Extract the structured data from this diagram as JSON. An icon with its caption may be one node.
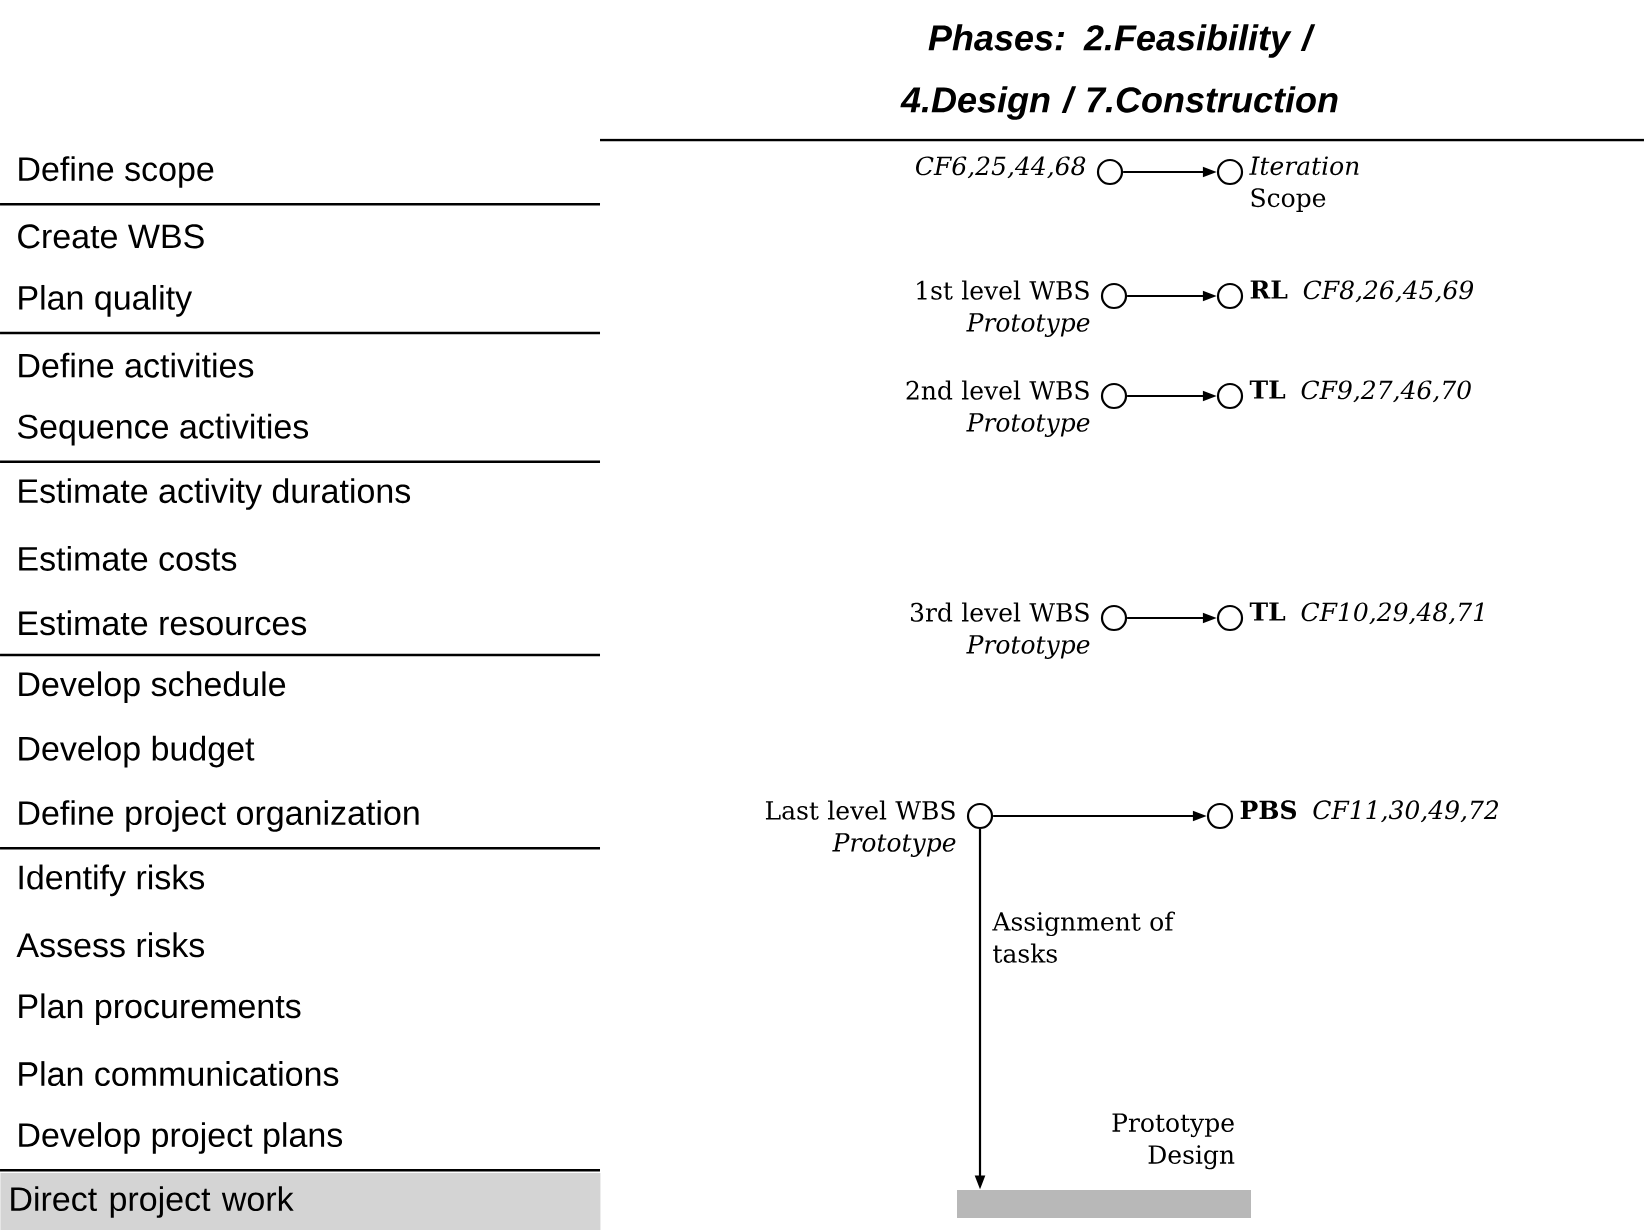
{
  "diagram": {
    "title": "Phases: 2.Feasibility / 4.Design / 7.Construction",
    "nodes": [
      {
        "text": [],
        "shape": "circle",
        "beside": [
          "CF6,25,44,68"
        ]
      },
      {
        "text": [],
        "shape": "circle",
        "beside": [
          "*Iteration* Scope"
        ]
      },
      {
        "text": [],
        "shape": "circle",
        "beside": [
          "1st level WBS *Prototype*"
        ]
      },
      {
        "text": [],
        "shape": "circle",
        "beside": [
          "RL",
          "CF8,26,45,69"
        ]
      },
      {
        "text": [],
        "shape": "circle",
        "beside": [
          "2nd level WBS *Prototype*"
        ]
      },
      {
        "text": [],
        "shape": "circle",
        "beside": [
          "TL",
          "CF9,27,46,70"
        ]
      },
      {
        "text": [],
        "shape": "circle",
        "beside": [
          "3rd level WBS *Prototype*"
        ]
      },
      {
        "text": [],
        "shape": "circle",
        "beside": [
          "TL",
          "CF10,29,48,71"
        ]
      },
      {
        "text": [],
        "shape": "circle",
        "beside": [
          "Last level WBS *Prototype*"
        ]
      },
      {
        "text": [],
        "shape": "circle",
        "beside": [
          "PBS",
          "CF11,30,49,72"
        ]
      },
      {
        "text": [],
        "shape": "bar",
        "beside": [
          "Prototype Design"
        ]
      },
      {
        "text": [
          "Direct project work"
        ]
      }
    ],
    "edges": [
      {
        "from": 0,
        "to": 1,
        "arrow": "to"
      },
      {
        "from": 2,
        "to": 3,
        "arrow": "to"
      },
      {
        "from": 4,
        "to": 5,
        "arrow": "to"
      },
      {
        "from": 6,
        "to": 7,
        "arrow": "to"
      },
      {
        "from": 8,
        "to": 9,
        "arrow": "to"
      },
      {
        "from": 8,
        "to": 10,
        "arrow": "to",
        "label": "Assignment of tasks"
      }
    ],
    "labels": [
      "Define scope",
      "Create WBS",
      "Plan quality",
      "Define activities",
      "Sequence activities",
      "Estimate activity durations",
      "Estimate costs",
      "Estimate resources",
      "Develop schedule",
      "Develop budget",
      "Define project organization",
      "Identify risks",
      "Assess risks",
      "Plan procurements",
      "Plan communications",
      "Develop project plans"
    ]
  }
}
